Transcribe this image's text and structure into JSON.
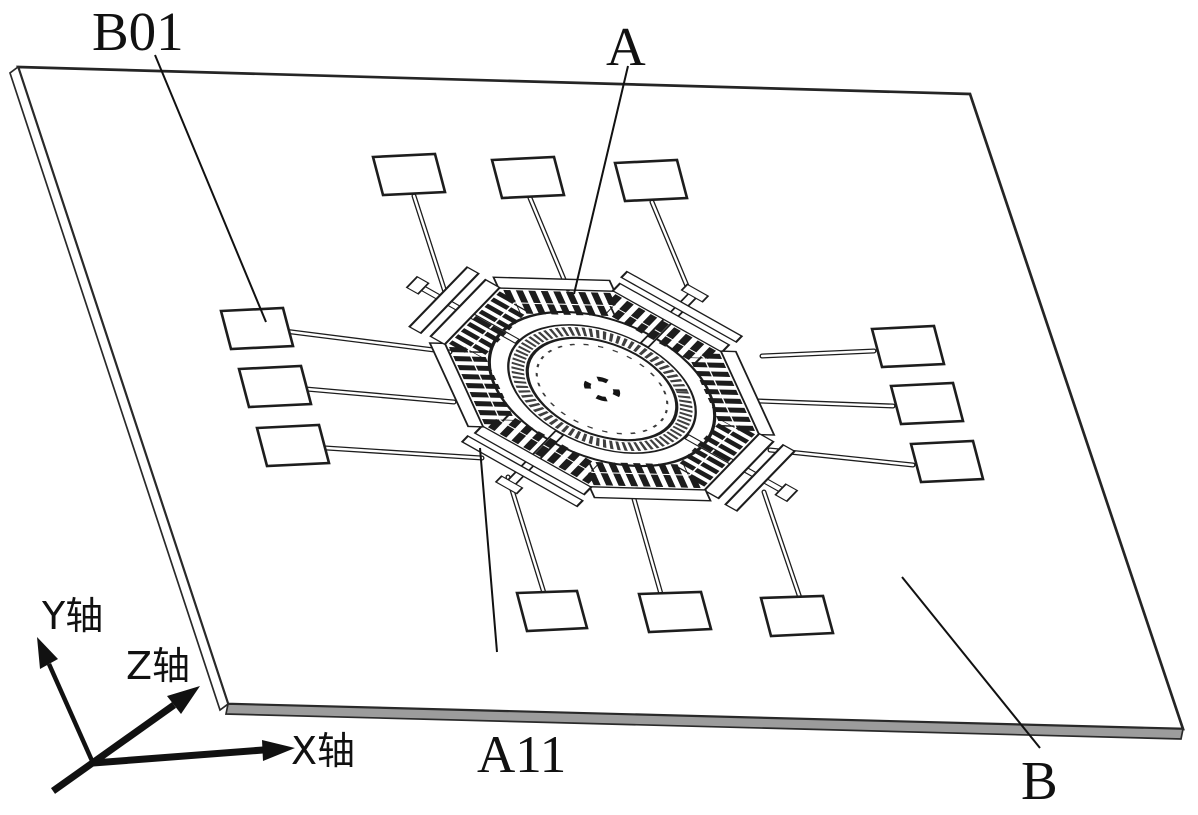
{
  "figure": {
    "description": "Isometric patent drawing of a MEMS disc ring resonator gyroscope chip on a substrate with bond pads and comb-drive electrodes",
    "callouts": {
      "b01": "B01",
      "a": "A",
      "a11": "A11",
      "b": "B"
    },
    "axes": {
      "y": "Y轴",
      "z": "Z轴",
      "x": "X轴"
    },
    "colors": {
      "ink": "#1d1d1d",
      "background": "#ffffff",
      "substrate_side": "#9c9c9c",
      "shaded_bar": "#c3c3c3"
    }
  }
}
